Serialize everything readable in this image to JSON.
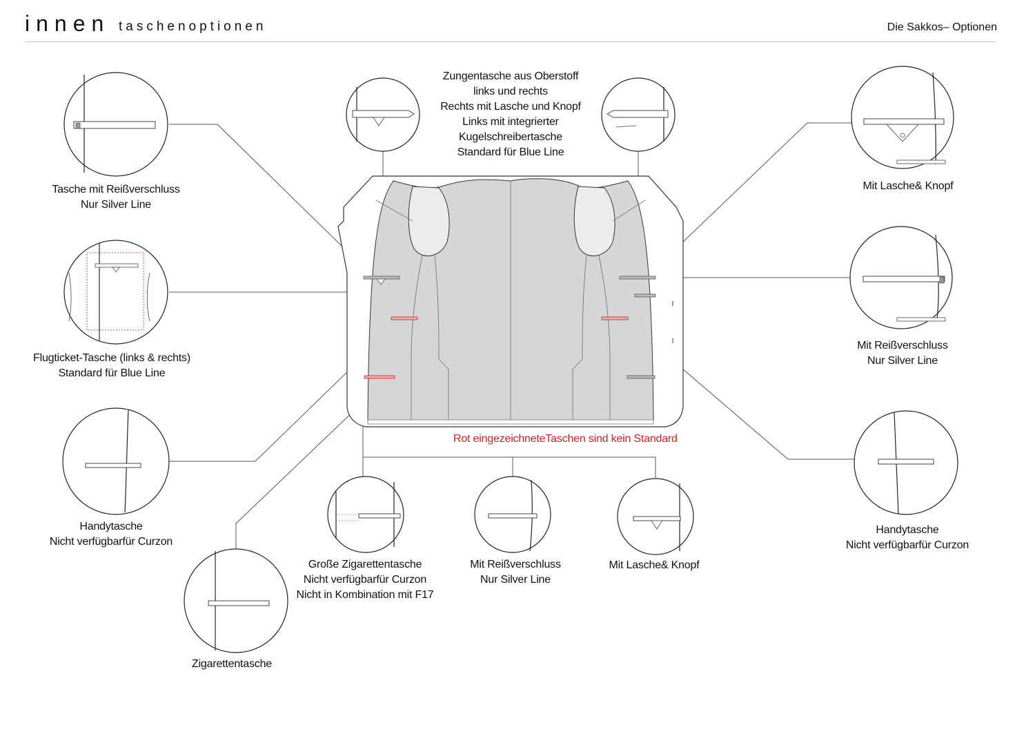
{
  "header": {
    "title_main": "innen",
    "title_sub": "taschenoptionen",
    "title_right": "Die Sakkos– Optionen"
  },
  "labels": {
    "zungentasche": [
      "Zungentasche aus Oberstoff",
      "links und rechts",
      "Rechts mit Lasche und Knopf",
      "Links mit integrierter",
      "Kugelschreibertasche",
      "Standard für Blue Line"
    ],
    "reissverschluss_left": [
      "Tasche mit Reißverschluss",
      "Nur Silver Line"
    ],
    "flugticket": [
      "Flugticket-Tasche (links & rechts)",
      "Standard für Blue Line"
    ],
    "handy_left": [
      "Handytasche",
      "Nicht verfügbarfür Curzon"
    ],
    "zigarette": [
      "Zigarettentasche"
    ],
    "grosse_zigarette": [
      "Große Zigarettentasche",
      "Nicht verfügbarfür Curzon",
      "Nicht in Kombination mit F17"
    ],
    "reiss_bottom": [
      "Mit Reißverschluss",
      "Nur Silver Line"
    ],
    "lasche_bottom": [
      "Mit Lasche& Knopf"
    ],
    "lasche_right": [
      "Mit Lasche& Knopf"
    ],
    "reiss_right": [
      "Mit Reißverschluss",
      "Nur Silver Line"
    ],
    "handy_right": [
      "Handytasche",
      "Nicht verfügbarfür Curzon"
    ]
  },
  "note_red": "Rot eingezeichneteTaschen sind kein Standard",
  "colors": {
    "lining": "#d6d6d6",
    "facing": "#ececec",
    "red_pocket": "#cc2222",
    "outline": "#333333"
  }
}
